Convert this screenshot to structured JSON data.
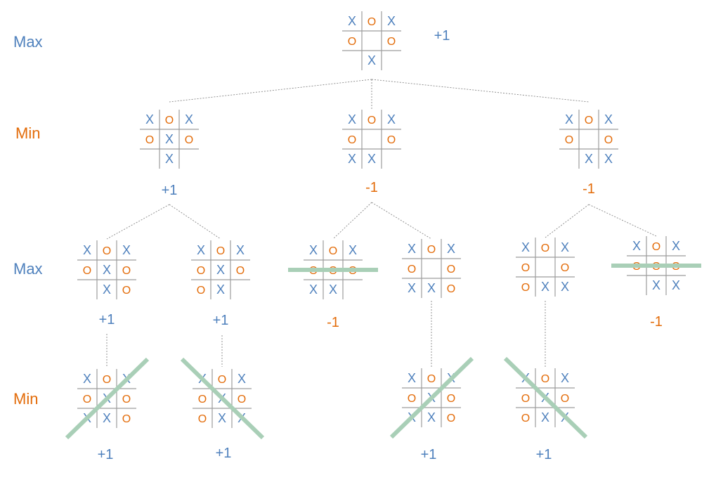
{
  "colors": {
    "x": "#4f81bd",
    "o": "#e36c0a",
    "line": "#9c9c9c",
    "edge": "#888888",
    "strike": "#a9cfb7"
  },
  "levels": [
    {
      "label": "Max",
      "color": "#4f81bd"
    },
    {
      "label": "Min",
      "color": "#e36c0a"
    },
    {
      "label": "Max",
      "color": "#4f81bd"
    },
    {
      "label": "Min",
      "color": "#e36c0a"
    }
  ],
  "nodes": [
    {
      "id": "root",
      "board": [
        "X",
        "O",
        "X",
        "O",
        "",
        "O",
        "",
        "X",
        ""
      ],
      "score": "+1"
    },
    {
      "id": "n1",
      "board": [
        "X",
        "O",
        "X",
        "O",
        "X",
        "O",
        "",
        "X",
        ""
      ],
      "score": "+1"
    },
    {
      "id": "n2",
      "board": [
        "X",
        "O",
        "X",
        "O",
        "",
        "O",
        "X",
        "X",
        ""
      ],
      "score": "-1"
    },
    {
      "id": "n3",
      "board": [
        "X",
        "O",
        "X",
        "O",
        "",
        "O",
        "",
        "X",
        "X"
      ],
      "score": "-1"
    },
    {
      "id": "n11",
      "board": [
        "X",
        "O",
        "X",
        "O",
        "X",
        "O",
        "",
        "X",
        "O"
      ],
      "score": "+1"
    },
    {
      "id": "n12",
      "board": [
        "X",
        "O",
        "X",
        "O",
        "X",
        "O",
        "O",
        "X",
        ""
      ],
      "score": "+1"
    },
    {
      "id": "n21",
      "board": [
        "X",
        "O",
        "X",
        "O",
        "O",
        "O",
        "X",
        "X",
        ""
      ],
      "score": "-1",
      "strike": "row2"
    },
    {
      "id": "n22",
      "board": [
        "X",
        "O",
        "X",
        "O",
        "",
        "O",
        "X",
        "X",
        "O"
      ],
      "score": ""
    },
    {
      "id": "n31",
      "board": [
        "X",
        "O",
        "X",
        "O",
        "",
        "O",
        "O",
        "X",
        "X"
      ],
      "score": ""
    },
    {
      "id": "n32",
      "board": [
        "X",
        "O",
        "X",
        "O",
        "O",
        "O",
        "",
        "X",
        "X"
      ],
      "score": "-1",
      "strike": "row2"
    },
    {
      "id": "n111",
      "board": [
        "X",
        "O",
        "X",
        "O",
        "X",
        "O",
        "X",
        "X",
        "O"
      ],
      "score": "+1",
      "strike": "anti"
    },
    {
      "id": "n121",
      "board": [
        "X",
        "O",
        "X",
        "O",
        "X",
        "O",
        "O",
        "X",
        "X"
      ],
      "score": "+1",
      "strike": "main"
    },
    {
      "id": "n221",
      "board": [
        "X",
        "O",
        "X",
        "O",
        "X",
        "O",
        "X",
        "X",
        "O"
      ],
      "score": "+1",
      "strike": "anti"
    },
    {
      "id": "n311",
      "board": [
        "X",
        "O",
        "X",
        "O",
        "X",
        "O",
        "O",
        "X",
        "X"
      ],
      "score": "+1",
      "strike": "main"
    }
  ]
}
